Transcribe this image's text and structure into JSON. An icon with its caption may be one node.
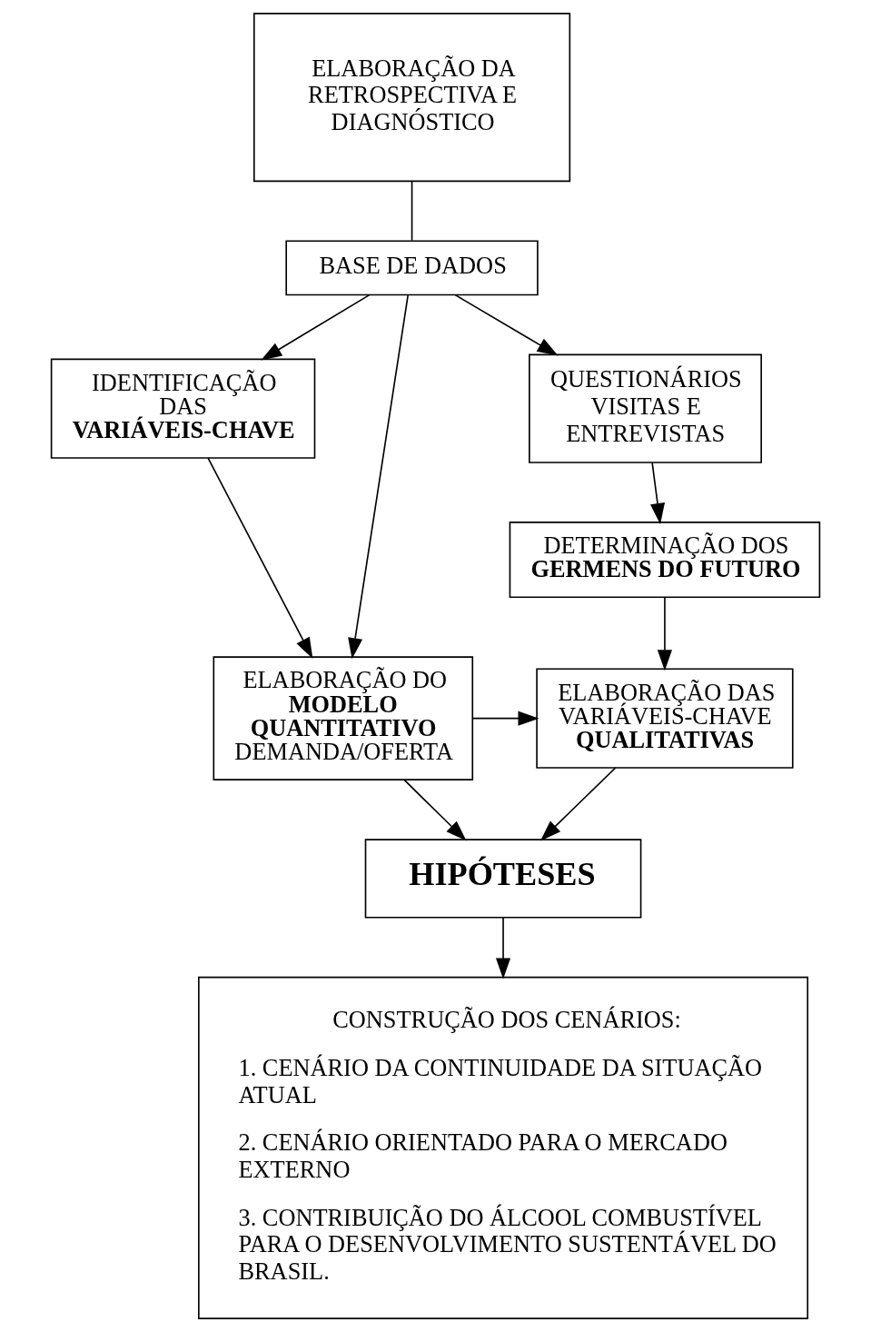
{
  "diagram": {
    "nodes": [
      {
        "text": [
          "ELABORAÇÃO DA RETROSPECTIVA E DIAGNÓSTICO"
        ]
      },
      {
        "text": [
          "BASE DE DADOS"
        ]
      },
      {
        "text": [
          "IDENTIFICAÇÃO DAS **VARIÁVEIS-CHAVE**"
        ]
      },
      {
        "text": [
          "QUESTIONÁRIOS VISITAS E ENTREVISTAS"
        ]
      },
      {
        "text": [
          "DETERMINAÇÃO DOS **GERMENS DO FUTURO**"
        ]
      },
      {
        "text": [
          "ELABORAÇÃO DO **MODELO QUANTITATIVO** DEMANDA/OFERTA"
        ]
      },
      {
        "text": [
          "ELABORAÇÃO DAS VARIÁVEIS-CHAVE **QUALITATIVAS**"
        ]
      },
      {
        "text": [
          "HIPÓTESES"
        ]
      },
      {
        "text": [
          "CONSTRUÇÃO DOS CENÁRIOS:",
          "1. CENÁRIO DA CONTINUIDADE DA SITUAÇÃO ATUAL",
          "2. CENÁRIO ORIENTADO PARA O MERCADO EXTERNO",
          "3. CONTRIBUIÇÃO DO ÁLCOOL COMBUSTÍVEL PARA O DESENVOLVIMENTO SUSTENTÁVEL DO BRASIL."
        ]
      }
    ],
    "edges": [
      {
        "from": 0,
        "to": 1,
        "arrow": "none"
      },
      {
        "from": 1,
        "to": 2,
        "arrow": "to"
      },
      {
        "from": 1,
        "to": 3,
        "arrow": "to"
      },
      {
        "from": 1,
        "to": 5,
        "arrow": "to"
      },
      {
        "from": 2,
        "to": 5,
        "arrow": "to"
      },
      {
        "from": 3,
        "to": 4,
        "arrow": "to"
      },
      {
        "from": 4,
        "to": 6,
        "arrow": "to"
      },
      {
        "from": 5,
        "to": 6,
        "arrow": "to"
      },
      {
        "from": 5,
        "to": 7,
        "arrow": "to"
      },
      {
        "from": 6,
        "to": 7,
        "arrow": "to"
      },
      {
        "from": 7,
        "to": 8,
        "arrow": "to"
      }
    ]
  }
}
